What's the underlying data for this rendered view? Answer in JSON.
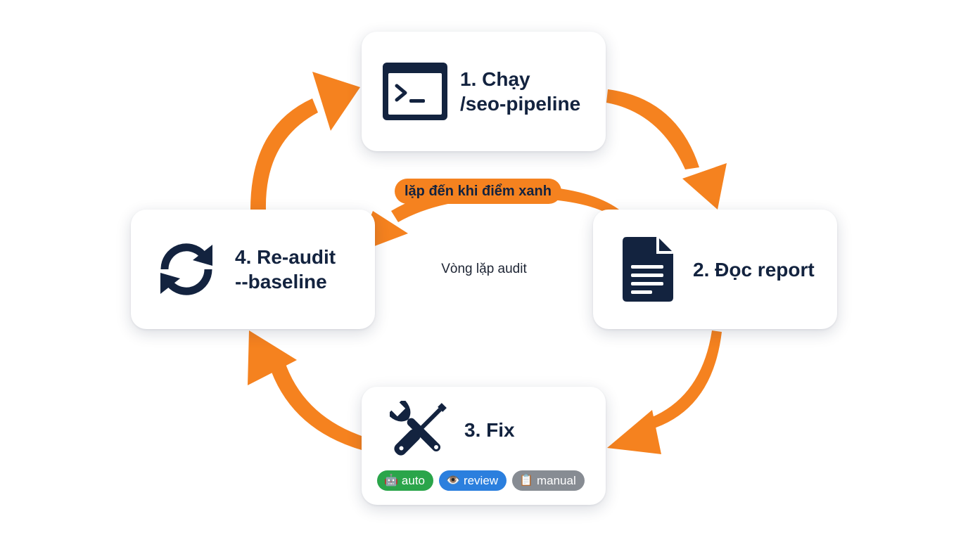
{
  "colors": {
    "arrow": "#f5821f",
    "card_text": "#13233f",
    "icon": "#13233f",
    "tag_auto": "#2aa54a",
    "tag_review": "#2b7fde",
    "tag_manual": "#878c93"
  },
  "steps": {
    "run": {
      "line1": "1. Chạy",
      "line2": "/seo-pipeline",
      "icon": "terminal-icon"
    },
    "read": {
      "line1": "2. Đọc report",
      "icon": "document-icon"
    },
    "fix": {
      "line1": "3. Fix",
      "icon": "wrench-screwdriver-icon",
      "tags": [
        {
          "emoji": "🤖",
          "text": "auto"
        },
        {
          "emoji": "👁️",
          "text": "review"
        },
        {
          "emoji": "📋",
          "text": "manual"
        }
      ]
    },
    "reaudit": {
      "line1": "4. Re-audit",
      "line2": "--baseline",
      "icon": "refresh-icon"
    }
  },
  "loop_label": "lặp đến khi điểm xanh",
  "center_label": "Vòng lặp audit"
}
